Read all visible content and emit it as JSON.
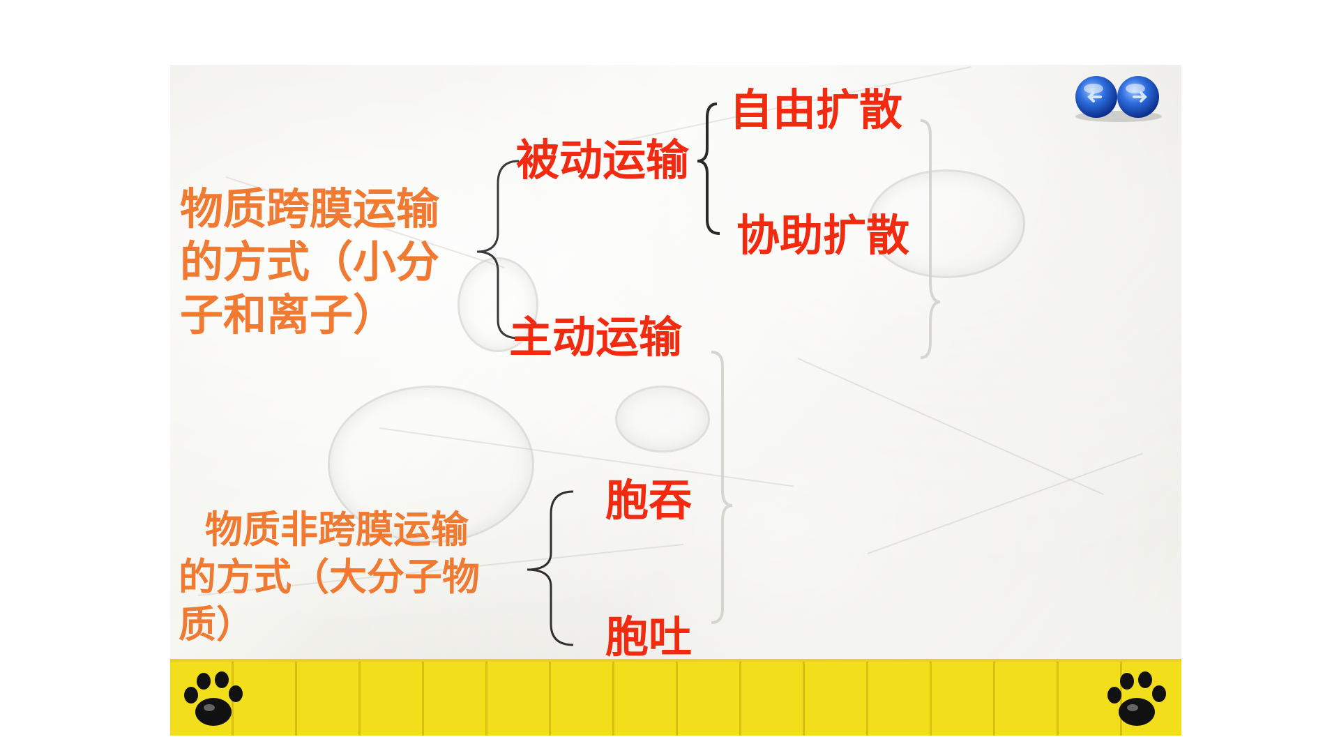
{
  "diagram": {
    "transmembrane_heading": {
      "line1": "物质跨膜运输",
      "line2": "的方式（小分",
      "line3": "子和离子）"
    },
    "passive_transport": "被动运输",
    "free_diffusion": "自由扩散",
    "facilitated_diffusion": "协助扩散",
    "active_transport": "主动运输",
    "non_transmembrane_heading": {
      "line1": "物质非跨膜运输",
      "line2": "的方式（大分子物",
      "line3": "质）"
    },
    "endocytosis": "胞吞",
    "exocytosis": "胞吐"
  },
  "colors": {
    "heading_orange": "#f07a32",
    "term_red": "#f22a10",
    "bracket": "#2b2b2b",
    "band_yellow": "#f3de1c",
    "button_blue": "#1f5bd1"
  },
  "icons": [
    "paw-print-icon",
    "blue-navigation-buttons-icon"
  ]
}
